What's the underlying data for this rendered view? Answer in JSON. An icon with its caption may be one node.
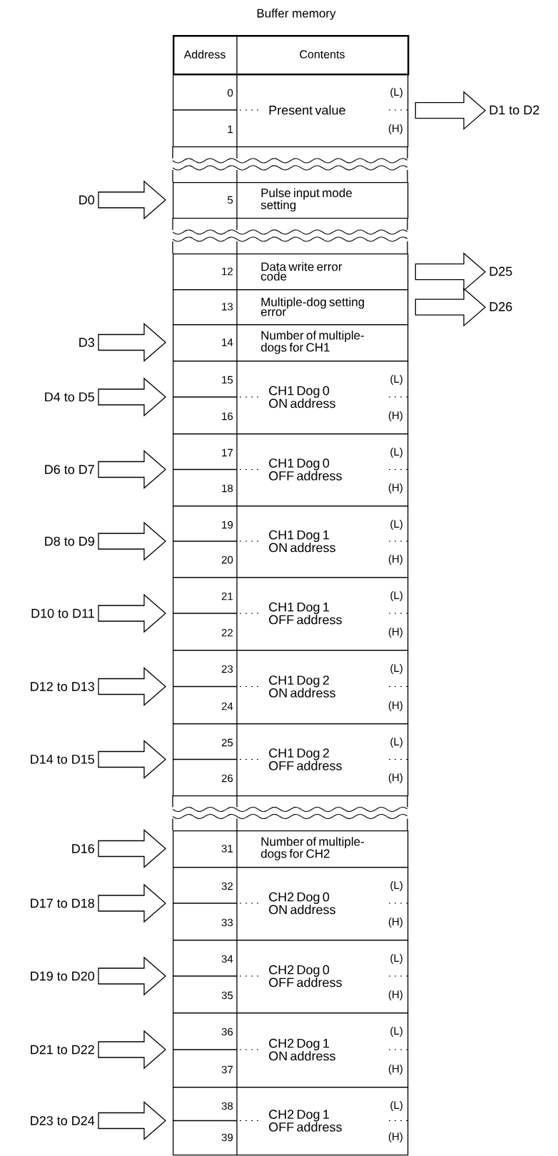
{
  "diagram": {
    "title": "Buffer memory",
    "nodes": [
      {
        "text": [
          "Address",
          "Contents"
        ]
      },
      {
        "text": [
          "0",
          "1",
          "Present value",
          "(L)",
          "(H)"
        ]
      },
      {
        "text": [
          "D1 to D2"
        ]
      },
      {
        "text": [
          "D0"
        ]
      },
      {
        "text": [
          "5",
          "Pulse input mode setting"
        ]
      },
      {
        "text": [
          "12",
          "Data write error code"
        ]
      },
      {
        "text": [
          "D25"
        ]
      },
      {
        "text": [
          "13",
          "Multiple-dog setting error"
        ]
      },
      {
        "text": [
          "D26"
        ]
      },
      {
        "text": [
          "D3"
        ]
      },
      {
        "text": [
          "14",
          "Number of multiple-dogs for CH1"
        ]
      },
      {
        "text": [
          "D4 to D5"
        ]
      },
      {
        "text": [
          "15",
          "16",
          "CH1 Dog 0 ON address",
          "(L)",
          "(H)"
        ]
      },
      {
        "text": [
          "D6 to D7"
        ]
      },
      {
        "text": [
          "17",
          "18",
          "CH1 Dog 0 OFF address",
          "(L)",
          "(H)"
        ]
      },
      {
        "text": [
          "D8 to D9"
        ]
      },
      {
        "text": [
          "19",
          "20",
          "CH1 Dog 1 ON address",
          "(L)",
          "(H)"
        ]
      },
      {
        "text": [
          "D10 to D11"
        ]
      },
      {
        "text": [
          "21",
          "22",
          "CH1 Dog 1 OFF address",
          "(L)",
          "(H)"
        ]
      },
      {
        "text": [
          "D12 to D13"
        ]
      },
      {
        "text": [
          "23",
          "24",
          "CH1 Dog 2 ON address",
          "(L)",
          "(H)"
        ]
      },
      {
        "text": [
          "D14 to D15"
        ]
      },
      {
        "text": [
          "25",
          "26",
          "CH1 Dog 2 OFF address",
          "(L)",
          "(H)"
        ]
      },
      {
        "text": [
          "D16"
        ]
      },
      {
        "text": [
          "31",
          "Number of multiple-dogs for CH2"
        ]
      },
      {
        "text": [
          "D17 to D18"
        ]
      },
      {
        "text": [
          "32",
          "33",
          "CH2 Dog 0 ON address",
          "(L)",
          "(H)"
        ]
      },
      {
        "text": [
          "D19 to D20"
        ]
      },
      {
        "text": [
          "34",
          "35",
          "CH2 Dog 0 OFF address",
          "(L)",
          "(H)"
        ]
      },
      {
        "text": [
          "D21 to D22"
        ]
      },
      {
        "text": [
          "36",
          "37",
          "CH2 Dog 1 ON address",
          "(L)",
          "(H)"
        ]
      },
      {
        "text": [
          "D23 to D24"
        ]
      },
      {
        "text": [
          "38",
          "39",
          "CH2 Dog 1 OFF address",
          "(L)",
          "(H)"
        ]
      }
    ],
    "edges": [
      {
        "from": 1,
        "to": 2,
        "arrow": "to"
      },
      {
        "from": 3,
        "to": 4,
        "arrow": "to"
      },
      {
        "from": 5,
        "to": 6,
        "arrow": "to"
      },
      {
        "from": 7,
        "to": 8,
        "arrow": "to"
      },
      {
        "from": 9,
        "to": 10,
        "arrow": "to"
      },
      {
        "from": 11,
        "to": 12,
        "arrow": "to"
      },
      {
        "from": 13,
        "to": 14,
        "arrow": "to"
      },
      {
        "from": 15,
        "to": 16,
        "arrow": "to"
      },
      {
        "from": 17,
        "to": 18,
        "arrow": "to"
      },
      {
        "from": 19,
        "to": 20,
        "arrow": "to"
      },
      {
        "from": 21,
        "to": 22,
        "arrow": "to"
      },
      {
        "from": 23,
        "to": 24,
        "arrow": "to"
      },
      {
        "from": 25,
        "to": 26,
        "arrow": "to"
      },
      {
        "from": 27,
        "to": 28,
        "arrow": "to"
      },
      {
        "from": 29,
        "to": 30,
        "arrow": "to"
      },
      {
        "from": 31,
        "to": 32,
        "arrow": "to"
      }
    ]
  }
}
